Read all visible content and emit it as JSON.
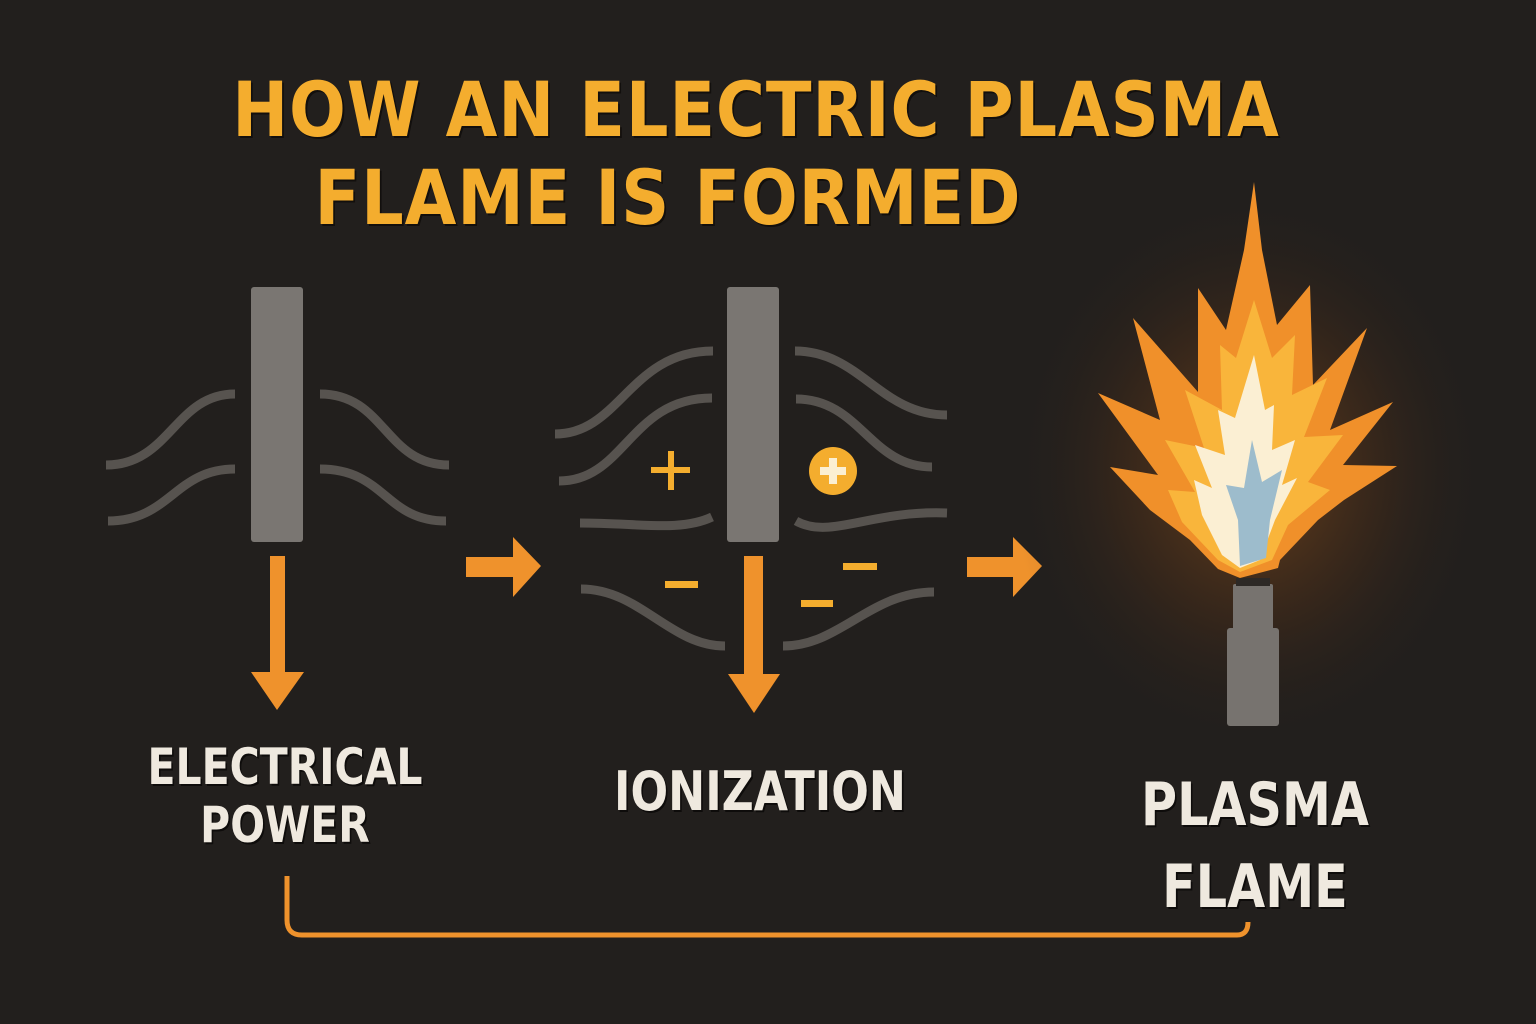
{
  "title": {
    "line1": "HOW AN ELECTRIC PLASMA",
    "line2": "FLAME IS FORMED"
  },
  "stages": [
    {
      "id": "electrical-power",
      "label_line1": "ELECTRICAL",
      "label_line2": "POWER"
    },
    {
      "id": "ionization",
      "label_line1": "IONIZATION"
    },
    {
      "id": "plasma-flame",
      "label_line1": "PLASMA",
      "label_line2": "FLAME"
    }
  ],
  "ionization_symbols": {
    "positive": [
      "+",
      "+"
    ],
    "negative": [
      "−",
      "−",
      "−"
    ]
  },
  "colors": {
    "background": "#221f1d",
    "title": "#f4ad2e",
    "accent_orange": "#ef922c",
    "electrode_gray": "#7a7672",
    "field_line_gray": "#57534f",
    "label_text": "#efe9df",
    "flame_outer": "#f0902a",
    "flame_mid": "#f9b53b",
    "flame_inner": "#fbefd3",
    "flame_core": "#9dbccc"
  }
}
